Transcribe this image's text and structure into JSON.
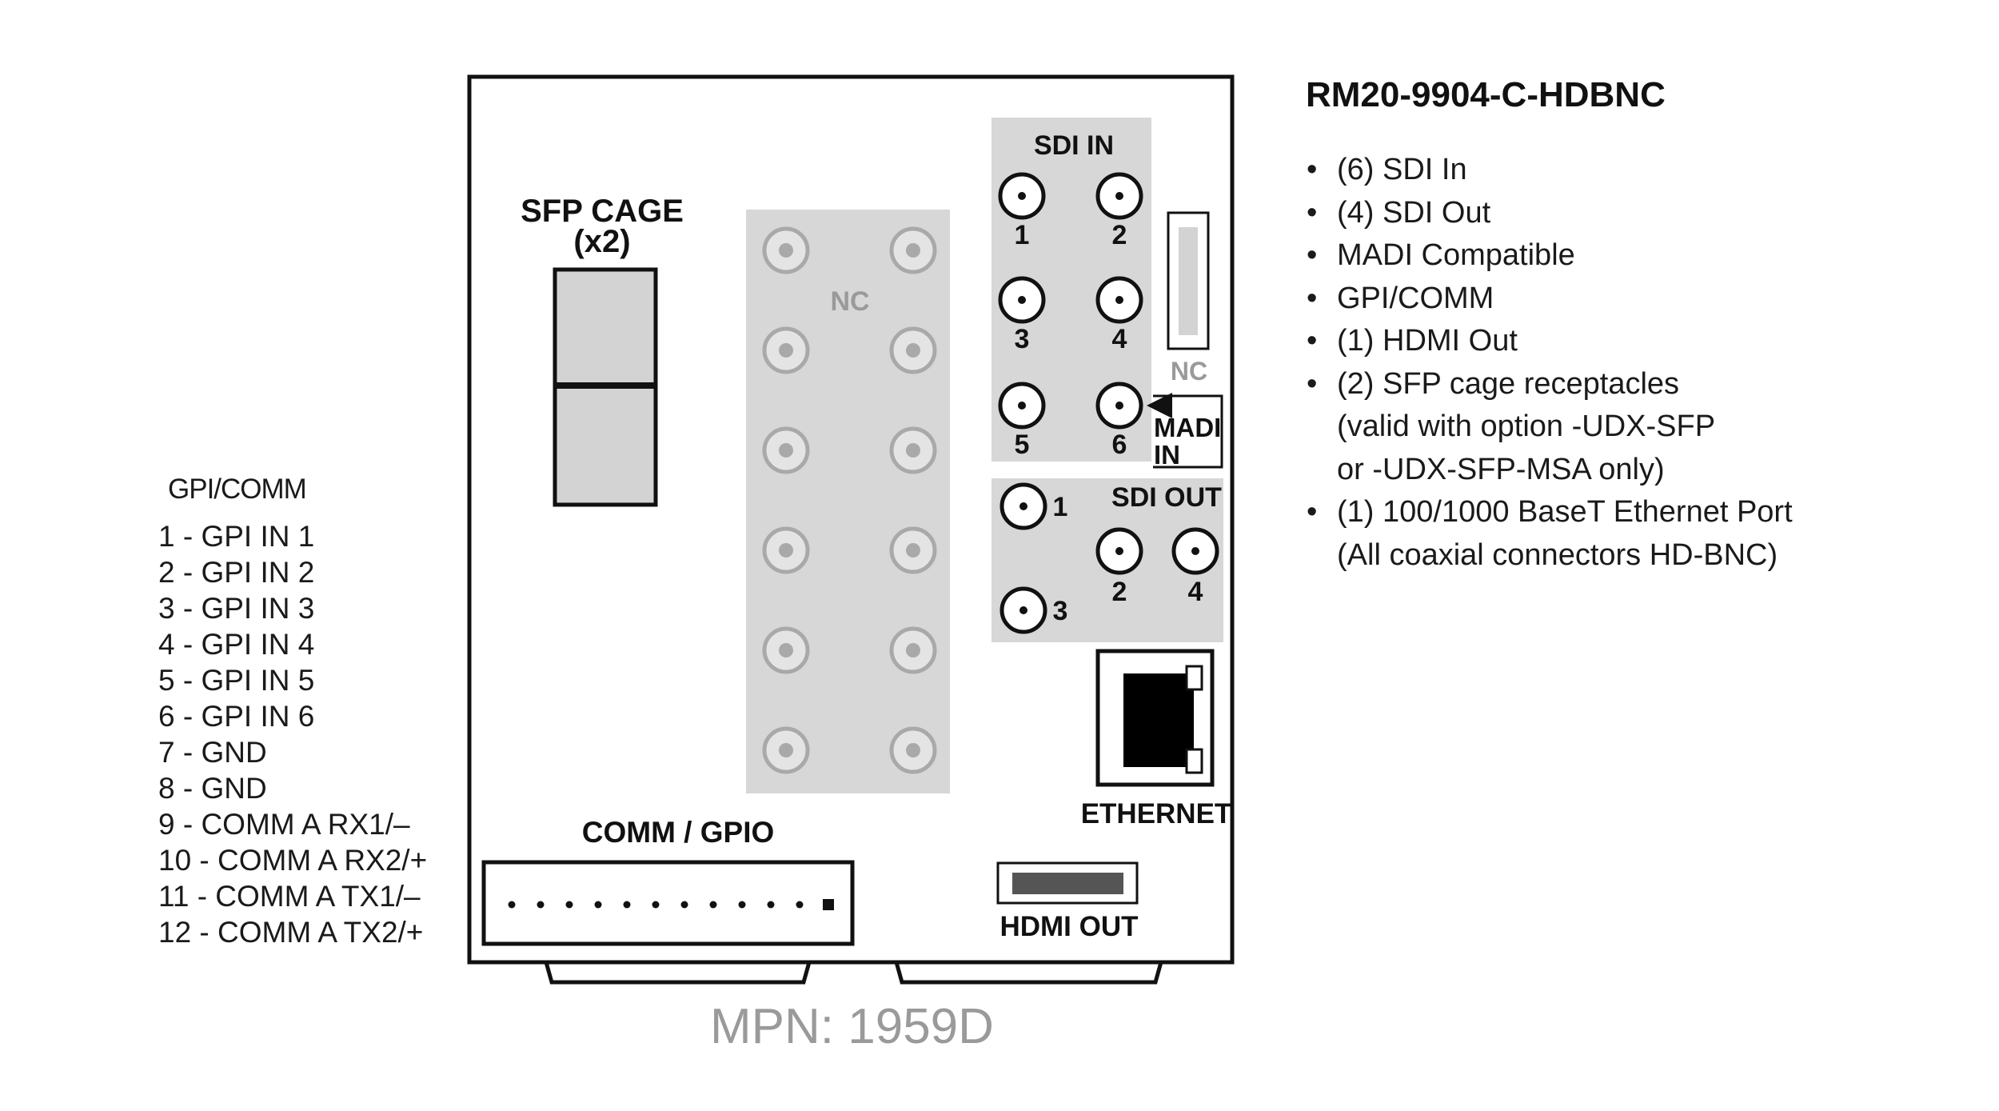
{
  "model": "RM20-9904-C-HDBNC",
  "specs": [
    {
      "line1": "(6) SDI In"
    },
    {
      "line1": "(4) SDI Out"
    },
    {
      "line1": "MADI Compatible"
    },
    {
      "line1": "GPI/COMM"
    },
    {
      "line1": "(1) HDMI Out"
    },
    {
      "line1": "(2) SFP cage receptacles",
      "line2": "(valid with option -UDX-SFP",
      "line3": "or -UDX-SFP-MSA only)"
    },
    {
      "line1": "(1) 100/1000 BaseT Ethernet Port",
      "line2": "(All coaxial connectors HD-BNC)"
    }
  ],
  "bullet": "•",
  "pinout": {
    "heading": "GPI/COMM",
    "pins": [
      "1 - GPI IN 1",
      "2 - GPI IN 2",
      "3 - GPI IN 3",
      "4 - GPI IN 4",
      "5 - GPI IN 5",
      "6 - GPI IN 6",
      "7 - GND",
      "8 - GND",
      "9 - COMM A RX1/–",
      "10 - COMM A RX2/+",
      "11 - COMM A TX1/–",
      "12 - COMM A TX2/+"
    ]
  },
  "board": {
    "sfp_label_1": "SFP CAGE",
    "sfp_label_2": "(x2)",
    "nc_label": "NC",
    "nc_small_label": "NC",
    "sdi_in_label": "SDI IN",
    "sdi_in_numbers": [
      "1",
      "2",
      "3",
      "4",
      "5",
      "6"
    ],
    "madi_label_1": "MADI",
    "madi_label_2": "IN",
    "sdi_out_label": "SDI OUT",
    "sdi_out_numbers": [
      "1",
      "2",
      "3",
      "4"
    ],
    "ethernet_label": "ETHERNET",
    "comm_label": "COMM / GPIO",
    "hdmi_label": "HDMI OUT"
  },
  "mpn": "MPN: 1959D"
}
